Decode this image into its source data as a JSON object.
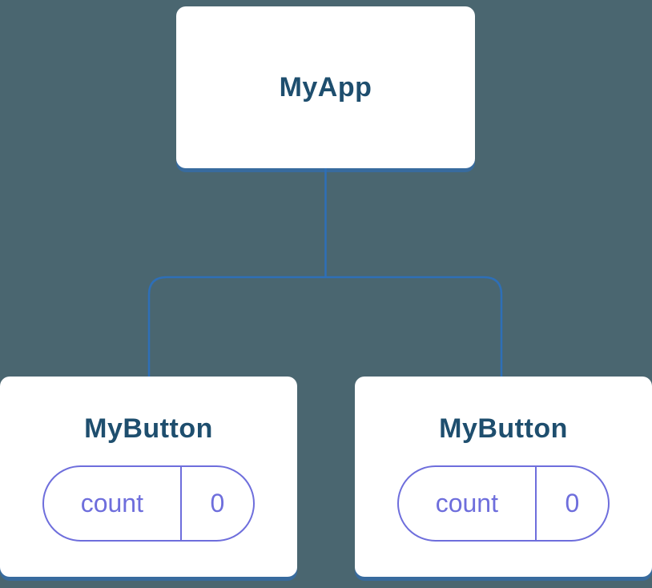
{
  "diagram": {
    "root": {
      "label": "MyApp"
    },
    "children": [
      {
        "label": "MyButton",
        "state": {
          "key": "count",
          "value": "0"
        }
      },
      {
        "label": "MyButton",
        "state": {
          "key": "count",
          "value": "0"
        }
      }
    ]
  },
  "colors": {
    "background": "#4A6670",
    "node_background": "#FFFFFF",
    "node_text": "#1E4E6E",
    "connector": "#2E6FB7",
    "state_pill": "#6E6EDC"
  }
}
